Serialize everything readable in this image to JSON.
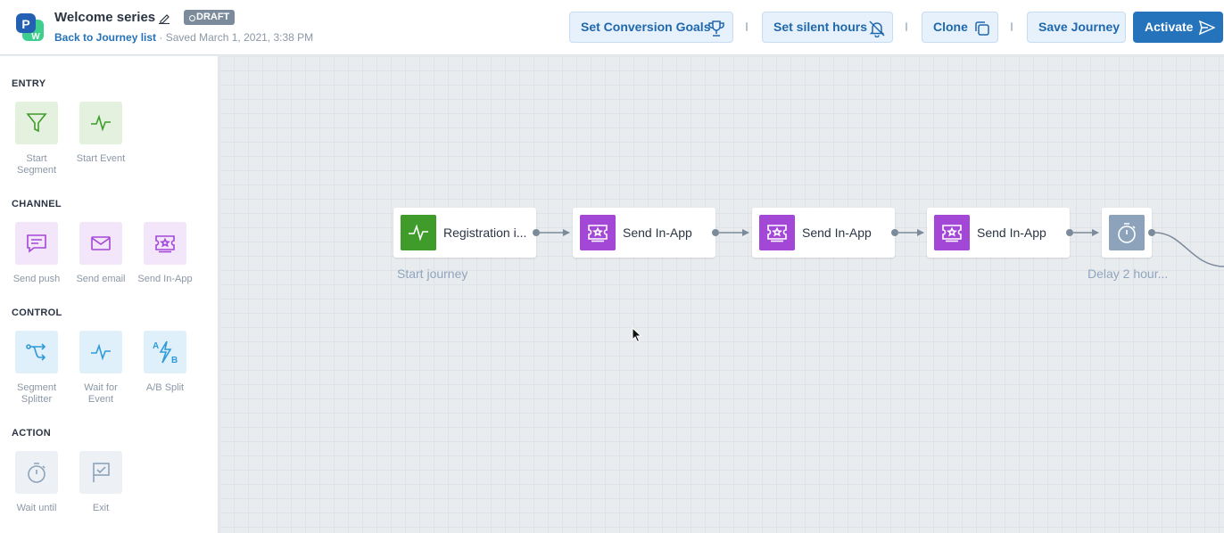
{
  "header": {
    "title": "Welcome series",
    "status_badge": "DRAFT",
    "back_link": "Back to Journey list",
    "saved_text": "· Saved March 1, 2021, 3:38 PM",
    "buttons": {
      "conversion_goals": "Set Conversion Goals",
      "silent_hours": "Set silent hours",
      "clone": "Clone",
      "save": "Save Journey",
      "activate": "Activate"
    }
  },
  "sidebar": {
    "sections": {
      "entry": "ENTRY",
      "channel": "CHANNEL",
      "control": "CONTROL",
      "action": "ACTION"
    },
    "tools": {
      "start_segment": [
        "Start",
        "Segment"
      ],
      "start_event": [
        "Start Event"
      ],
      "send_push": [
        "Send push"
      ],
      "send_email": [
        "Send email"
      ],
      "send_in_app": [
        "Send In-App"
      ],
      "segment_splitter": [
        "Segment",
        "Splitter"
      ],
      "wait_for_event": [
        "Wait for",
        "Event"
      ],
      "ab_split": [
        "A/B Split"
      ],
      "wait_until": [
        "Wait until"
      ],
      "exit": [
        "Exit"
      ]
    }
  },
  "canvas": {
    "nodes": [
      {
        "label": "Registration i...",
        "type": "start-event",
        "caption": "Start journey"
      },
      {
        "label": "Send In-App",
        "type": "send-in-app"
      },
      {
        "label": "Send In-App",
        "type": "send-in-app"
      },
      {
        "label": "Send In-App",
        "type": "send-in-app"
      },
      {
        "label": "",
        "type": "delay",
        "caption": "Delay 2 hour..."
      }
    ]
  },
  "colors": {
    "accent": "#2573ba",
    "entry_green": "#3f9b2a",
    "channel_purple": "#a347d6",
    "control_blue": "#2f9ad9",
    "delay_gray": "#8da2bb"
  }
}
